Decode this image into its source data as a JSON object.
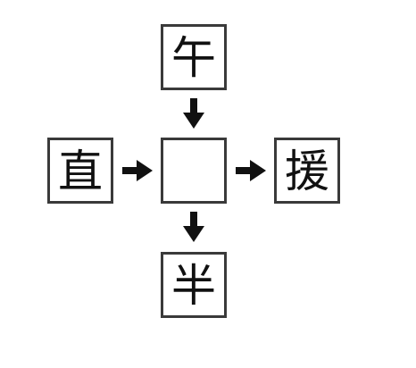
{
  "puzzle": {
    "top_char": "午",
    "left_char": "直",
    "right_char": "援",
    "bottom_char": "半",
    "center_char": ""
  },
  "colors": {
    "box_border": "#3a3a3a",
    "arrow": "#111111",
    "text": "#111111",
    "background": "#ffffff"
  },
  "icons": {
    "down_arrow": "arrow-down-icon",
    "right_arrow": "arrow-right-icon"
  }
}
